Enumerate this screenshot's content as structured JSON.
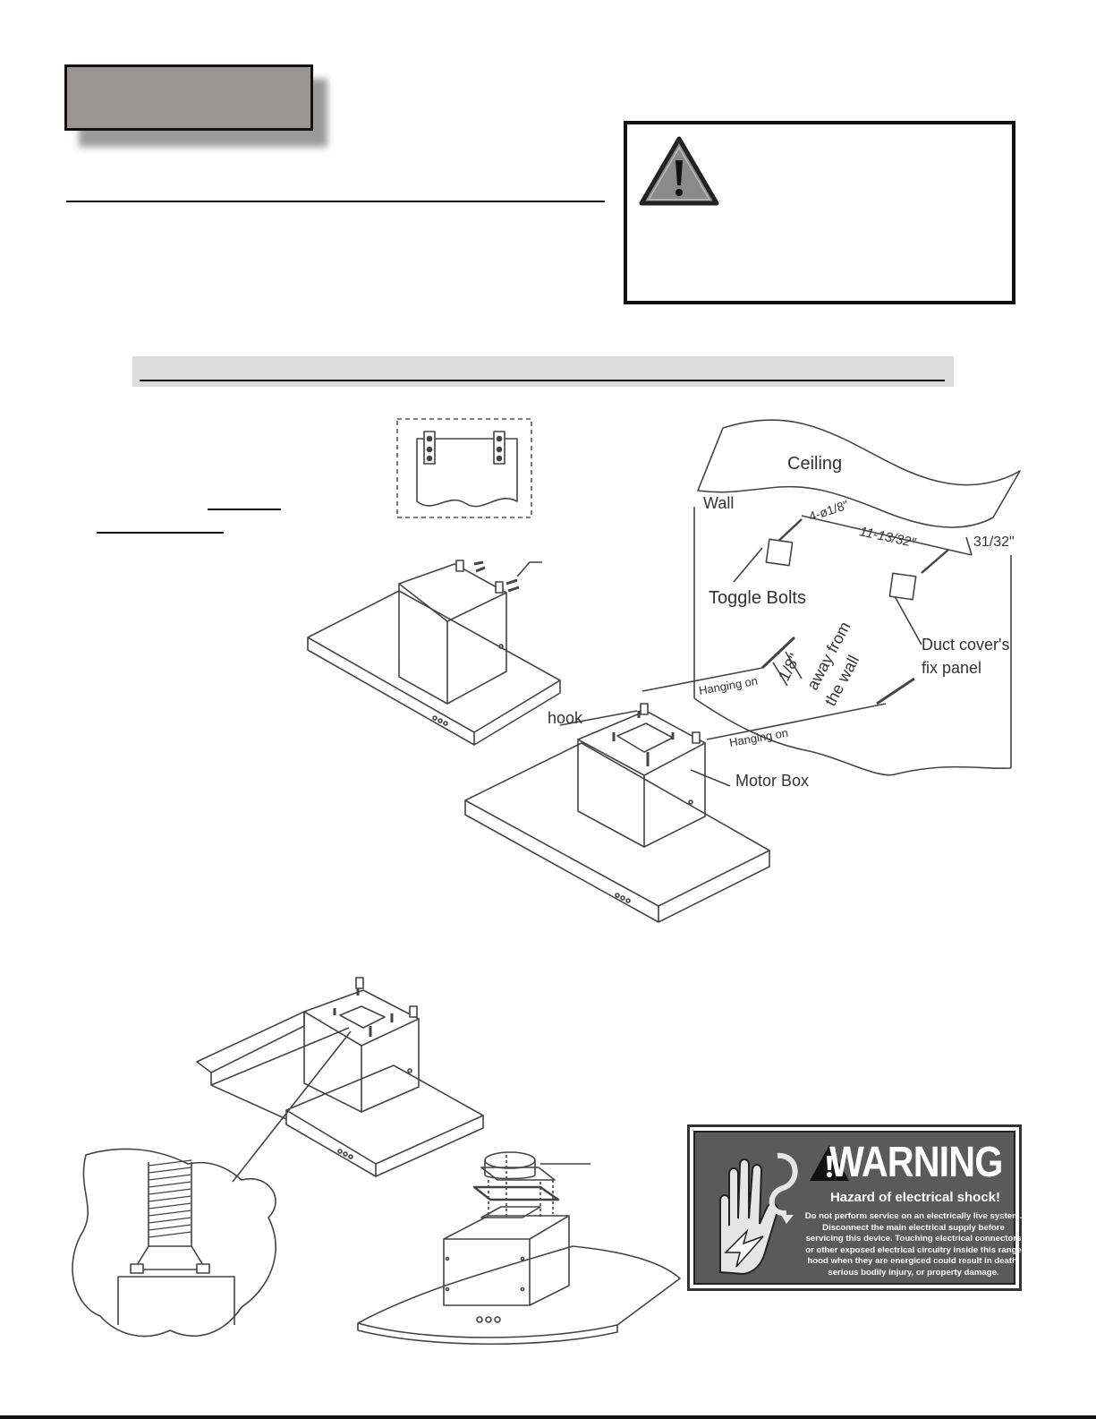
{
  "diagram": {
    "labels": {
      "ceiling": "Ceiling",
      "wall": "Wall",
      "dim_hole": "4-ø1/8\"",
      "dim_width": "11-13/32\"",
      "dim_depth": "31/32\"",
      "toggle_bolts": "Toggle Bolts",
      "away_from_wall_dim": "1/8\"",
      "away_from_wall_1": "away from",
      "away_from_wall_2": "the wall",
      "duct_cover_1": "Duct cover's",
      "duct_cover_2": "fix panel",
      "hanging_on_1": "Hanging on",
      "hanging_on_2": "Hanging on",
      "hook": "hook",
      "motor_box": "Motor Box"
    }
  },
  "warning_label": {
    "word": "WARNING",
    "hazard": "Hazard of electrical shock!",
    "body": "Do not perform service on an electrically live system. Disconnect the main electrical supply before servicing this device. Touching electrical connectors or other exposed electrical circuitry inside this range hood when they are energiced could result in death, serious bodily injury, or property damage."
  }
}
